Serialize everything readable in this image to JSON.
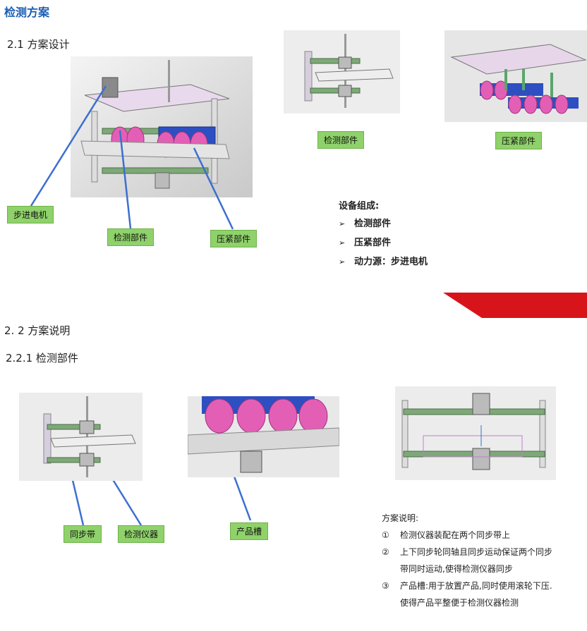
{
  "title": "检测方案",
  "section_2_1": "2.1 方案设计",
  "section_2_2": "2. 2 方案说明",
  "section_2_2_1": "2.2.1 检测部件",
  "labels": {
    "stepper_motor": "步进电机",
    "detect_part_main": "检测部件",
    "press_part_main": "压紧部件",
    "detect_part_view": "检测部件",
    "press_part_view": "压紧部件",
    "sync_belt": "同步带",
    "detect_instrument": "检测仪器",
    "product_slot": "产品槽"
  },
  "composition": {
    "heading": "设备组成:",
    "items": [
      "检测部件",
      "压紧部件",
      "动力源：步进电机"
    ]
  },
  "explanation": {
    "heading": "方案说明:",
    "items": [
      {
        "num": "①",
        "lines": [
          "检测仪器装配在两个同步带上"
        ]
      },
      {
        "num": "②",
        "lines": [
          "上下同步轮同轴且同步运动保证两个同步",
          "带同时运动,使得检测仪器同步"
        ]
      },
      {
        "num": "③",
        "lines": [
          "产品槽:用于放置产品,同时使用滚轮下压.",
          "使得产品平整便于检测仪器检测"
        ]
      }
    ]
  },
  "colors": {
    "title": "#1a5fb4",
    "label_bg": "#8fd16a",
    "accent_red": "#d8141b",
    "pointer": "#3c6fd0"
  }
}
